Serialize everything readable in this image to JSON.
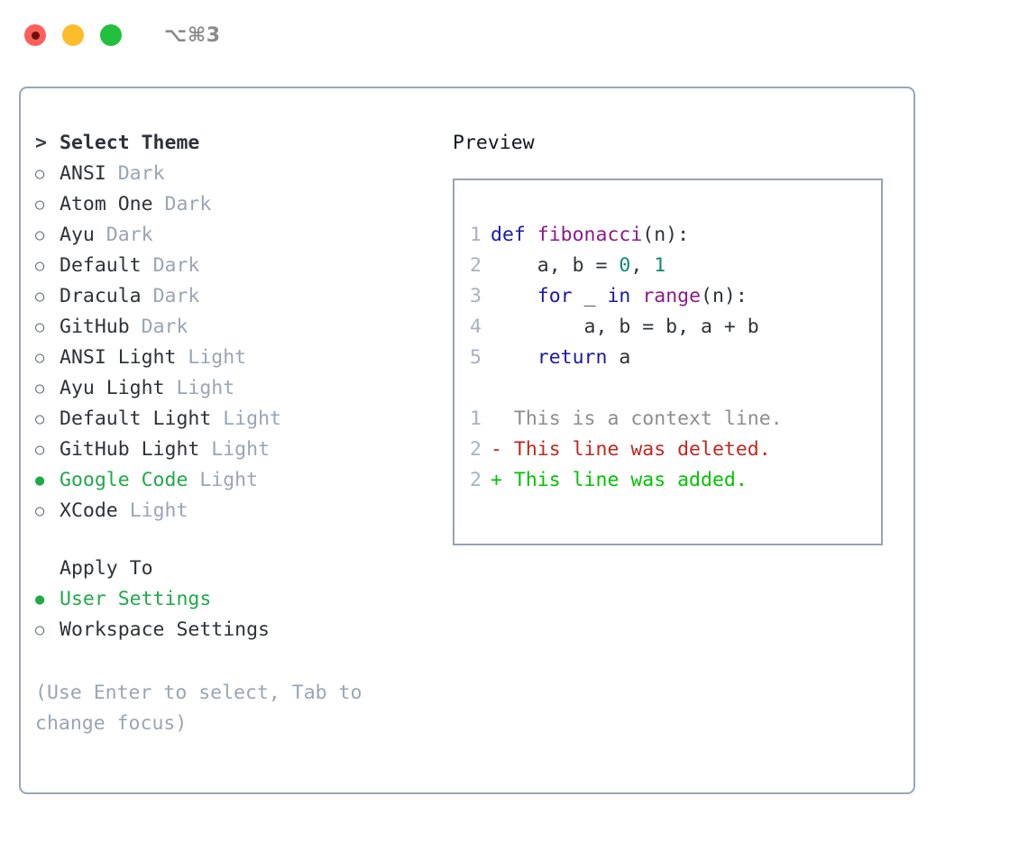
{
  "titlebar": {
    "shortcut": "⌥⌘3",
    "dots": [
      {
        "name": "close",
        "color": "#fc5f59"
      },
      {
        "name": "minimize",
        "color": "#fcbc2c"
      },
      {
        "name": "maximize",
        "color": "#22c03c"
      }
    ]
  },
  "theme_picker": {
    "header_marker": ">",
    "header": "Select Theme",
    "items": [
      {
        "marker": "○",
        "label": "ANSI",
        "tag": "Dark",
        "selected": false
      },
      {
        "marker": "○",
        "label": "Atom One",
        "tag": "Dark",
        "selected": false
      },
      {
        "marker": "○",
        "label": "Ayu",
        "tag": "Dark",
        "selected": false
      },
      {
        "marker": "○",
        "label": "Default",
        "tag": "Dark",
        "selected": false
      },
      {
        "marker": "○",
        "label": "Dracula",
        "tag": "Dark",
        "selected": false
      },
      {
        "marker": "○",
        "label": "GitHub",
        "tag": "Dark",
        "selected": false
      },
      {
        "marker": "○",
        "label": "ANSI Light",
        "tag": "Light",
        "selected": false
      },
      {
        "marker": "○",
        "label": "Ayu Light",
        "tag": "Light",
        "selected": false
      },
      {
        "marker": "○",
        "label": "Default Light",
        "tag": "Light",
        "selected": false
      },
      {
        "marker": "○",
        "label": "GitHub Light",
        "tag": "Light",
        "selected": false
      },
      {
        "marker": "●",
        "label": "Google Code",
        "tag": "Light",
        "selected": true
      },
      {
        "marker": "○",
        "label": "XCode",
        "tag": "Light",
        "selected": false
      }
    ]
  },
  "apply_to": {
    "heading": "Apply To",
    "options": [
      {
        "marker": "●",
        "label": "User Settings",
        "selected": true
      },
      {
        "marker": "○",
        "label": "Workspace Settings",
        "selected": false
      }
    ]
  },
  "hint": "(Use Enter to select, Tab to change focus)",
  "preview": {
    "title": "Preview",
    "code_lines": [
      {
        "no": "1",
        "tokens": [
          {
            "t": "def ",
            "c": "kw"
          },
          {
            "t": "fibonacci",
            "c": "fn"
          },
          {
            "t": "(n):",
            "c": "plain"
          }
        ]
      },
      {
        "no": "2",
        "tokens": [
          {
            "t": "    a, b = ",
            "c": "plain"
          },
          {
            "t": "0",
            "c": "num"
          },
          {
            "t": ", ",
            "c": "plain"
          },
          {
            "t": "1",
            "c": "num"
          }
        ]
      },
      {
        "no": "3",
        "tokens": [
          {
            "t": "    ",
            "c": "plain"
          },
          {
            "t": "for",
            "c": "kw"
          },
          {
            "t": " _ ",
            "c": "plain"
          },
          {
            "t": "in",
            "c": "kw"
          },
          {
            "t": " ",
            "c": "plain"
          },
          {
            "t": "range",
            "c": "fn"
          },
          {
            "t": "(n):",
            "c": "plain"
          }
        ]
      },
      {
        "no": "4",
        "tokens": [
          {
            "t": "        a, b = b, a + b",
            "c": "plain"
          }
        ]
      },
      {
        "no": "5",
        "tokens": [
          {
            "t": "    ",
            "c": "plain"
          },
          {
            "t": "return",
            "c": "kw"
          },
          {
            "t": " a",
            "c": "plain"
          }
        ]
      }
    ],
    "diff_lines": [
      {
        "no": "1",
        "prefix": "  ",
        "text": "This is a context line.",
        "kind": "ctx"
      },
      {
        "no": "2",
        "prefix": "- ",
        "text": "This line was deleted.",
        "kind": "del"
      },
      {
        "no": "2",
        "prefix": "+ ",
        "text": "This line was added.",
        "kind": "add"
      }
    ]
  },
  "colors": {
    "accent_green": "#1faa48",
    "diff_added": "#00c400",
    "diff_deleted": "#c0281e",
    "keyword_blue": "#1a1aa8",
    "function_purple": "#8b1a8b",
    "number_teal": "#0d8a7a",
    "muted_gray": "#9aa5b4",
    "border_gray": "#97a3b4"
  }
}
